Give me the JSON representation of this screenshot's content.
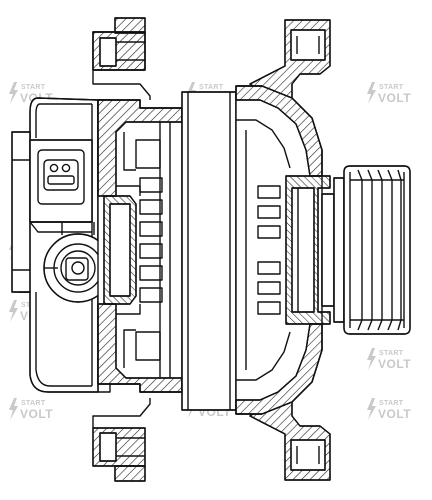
{
  "figure": {
    "subject": "alternator-cross-section-drawing",
    "line_color": "#111111",
    "hatch_color": "#222222",
    "background": "#ffffff"
  },
  "watermark": {
    "line1": "START",
    "line2": "VOLT",
    "color": "#c9c9c9",
    "icon": "lightning-bolt-icon"
  }
}
